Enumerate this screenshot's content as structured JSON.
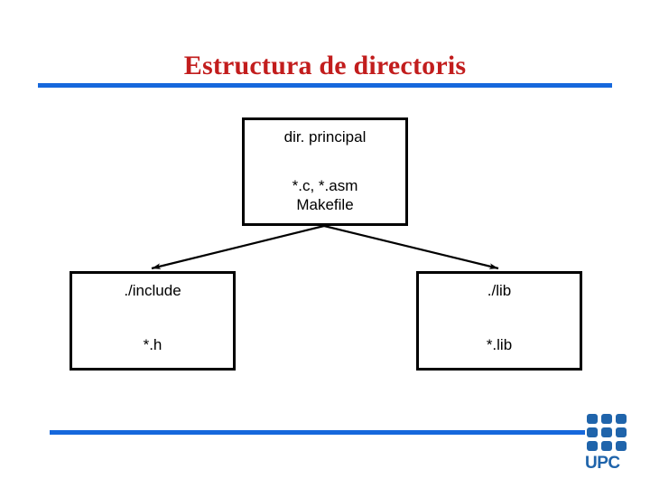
{
  "slide": {
    "title": "Estructura de directoris",
    "accent_color": "#1668dc",
    "title_color": "#c21d1d"
  },
  "diagram": {
    "type": "tree",
    "nodes": [
      {
        "id": "root",
        "title": "dir. principal",
        "detail_lines": [
          "*.c, *.asm",
          "Makefile"
        ],
        "detail": "*.c, *.asm\nMakefile"
      },
      {
        "id": "include",
        "title": "./include",
        "detail_lines": [
          "*.h"
        ],
        "detail": "*.h"
      },
      {
        "id": "lib",
        "title": "./lib",
        "detail_lines": [
          "*.lib"
        ],
        "detail": "*.lib"
      }
    ],
    "edges": [
      {
        "from": "root",
        "to": "include"
      },
      {
        "from": "root",
        "to": "lib"
      }
    ]
  },
  "footer": {
    "logo_text": "UPC",
    "logo_color": "#1f64ab"
  }
}
